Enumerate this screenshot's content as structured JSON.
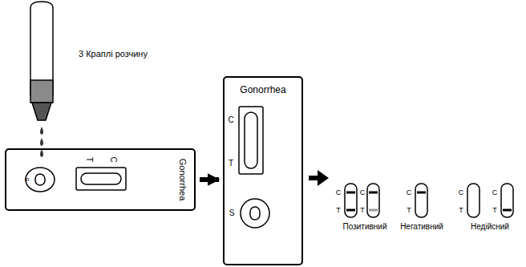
{
  "diagram": {
    "nodes": [
      {
        "text": [
          "Gonorrhea"
        ]
      },
      {
        "text": [
          "Gonorrhea"
        ]
      }
    ],
    "edges": [
      {
        "from": 0,
        "to": 1,
        "arrow": "to"
      }
    ],
    "labels": [
      "3 Краплі розчину",
      "S",
      "T",
      "C",
      "C",
      "T",
      "S",
      "C",
      "T",
      "C",
      "T",
      "C",
      "T",
      "C",
      "T",
      "C",
      "T",
      "Позитивний",
      "Негативний",
      "Недійсний"
    ]
  }
}
